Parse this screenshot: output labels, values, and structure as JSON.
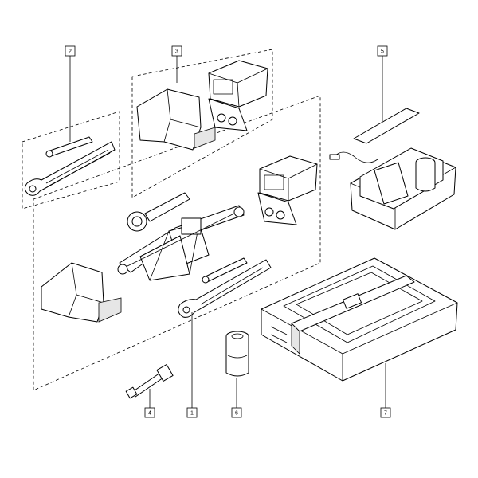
{
  "diagram": {
    "callouts": [
      {
        "id": "callout-1",
        "label": "1",
        "part": "jack-kit"
      },
      {
        "id": "callout-2",
        "label": "2",
        "part": "wrench-set"
      },
      {
        "id": "callout-3",
        "label": "3",
        "part": "jack-kit-upper"
      },
      {
        "id": "callout-4",
        "label": "4",
        "part": "tow-eye-bolt"
      },
      {
        "id": "callout-5",
        "label": "5",
        "part": "first-aid-kit"
      },
      {
        "id": "callout-6",
        "label": "6",
        "part": "adapter-sleeve"
      },
      {
        "id": "callout-7",
        "label": "7",
        "part": "tool-case"
      }
    ],
    "colors": {
      "line": "#000000",
      "background": "#ffffff",
      "shade": "#e6e6e6"
    }
  }
}
